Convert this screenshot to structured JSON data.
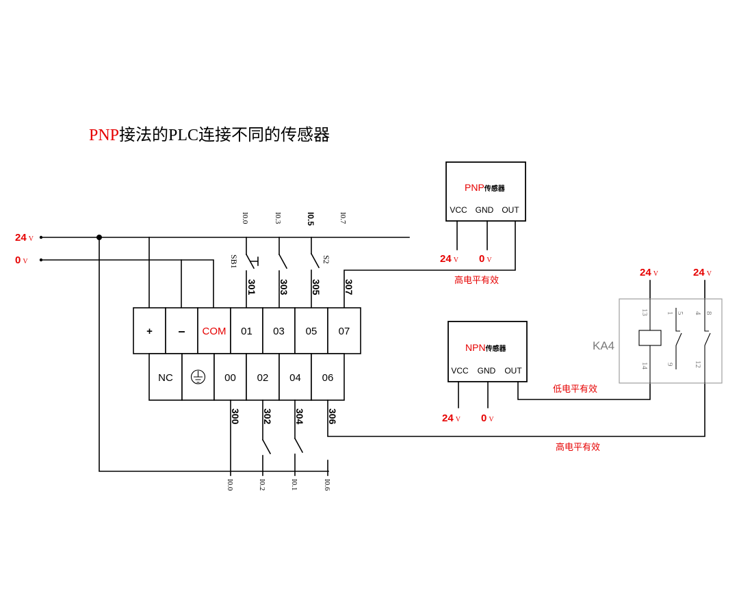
{
  "title": {
    "highlight": "PNP",
    "text": "接法的PLC连接不同的传感器"
  },
  "colors": {
    "accent": "#e60000",
    "wire": "#000000",
    "relay_outline": "#9e9e9e"
  },
  "supply_rails": [
    {
      "value": "24",
      "unit": "V"
    },
    {
      "value": "0",
      "unit": "V"
    }
  ],
  "top_inputs": [
    {
      "address": "I0.0",
      "wire": "301",
      "device": "SB1"
    },
    {
      "address": "I0.3",
      "wire": "303"
    },
    {
      "address": "I0.5",
      "wire": "305",
      "device": "S2"
    },
    {
      "address": "I0.7",
      "wire": "307"
    }
  ],
  "terminal_block": {
    "top_row": [
      "+",
      "–",
      "COM",
      "01",
      "03",
      "05",
      "07"
    ],
    "bottom_row": [
      "NC",
      "00",
      "02",
      "04",
      "06"
    ],
    "ground_icon": "earth-ground-icon"
  },
  "bottom_inputs": [
    {
      "wire": "300",
      "address": "I0.0"
    },
    {
      "wire": "302",
      "address": "I0.2"
    },
    {
      "wire": "304",
      "address": "I0.1"
    },
    {
      "wire": "306",
      "address": "I0.6"
    }
  ],
  "pnp_sensor": {
    "type": "PNP",
    "name": "传感器",
    "pins": [
      "VCC",
      "GND",
      "OUT"
    ],
    "supply": [
      {
        "value": "24",
        "unit": "V"
      },
      {
        "value": "0",
        "unit": "V"
      }
    ],
    "note": "高电平有效"
  },
  "npn_sensor": {
    "type": "NPN",
    "name": "传感器",
    "pins": [
      "VCC",
      "GND",
      "OUT"
    ],
    "supply": [
      {
        "value": "24",
        "unit": "V"
      },
      {
        "value": "0",
        "unit": "V"
      }
    ],
    "note": "低电平有效"
  },
  "relay": {
    "label": "KA4",
    "coil_terminals": [
      "13",
      "14"
    ],
    "contact_a": [
      "1",
      "5",
      "9"
    ],
    "contact_b": [
      "4",
      "8",
      "12"
    ],
    "supply": [
      {
        "value": "24",
        "unit": "V"
      },
      {
        "value": "24",
        "unit": "V"
      }
    ],
    "note": "高电平有效"
  }
}
